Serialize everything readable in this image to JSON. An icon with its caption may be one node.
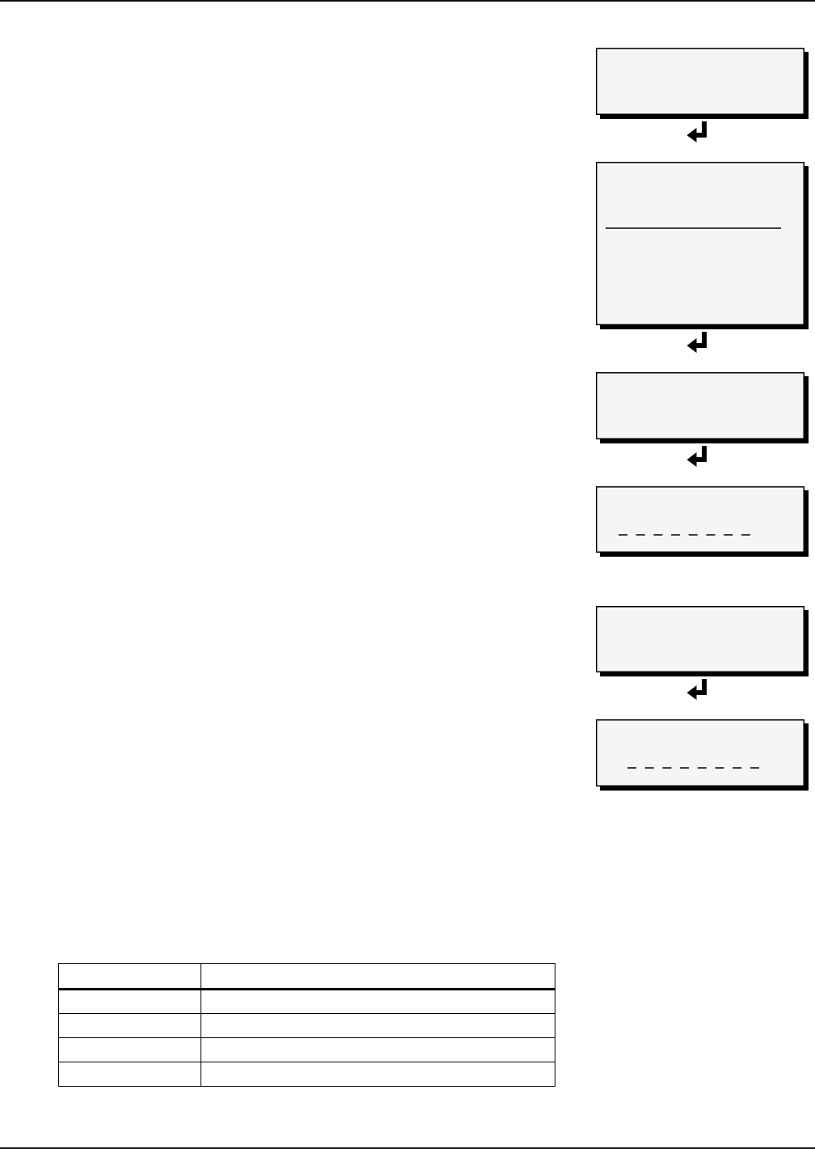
{
  "diagram": {
    "nodes": [
      {
        "text": [],
        "shape": "box"
      },
      {
        "text": [],
        "shape": "box"
      },
      {
        "text": [],
        "shape": "box"
      },
      {
        "text": [],
        "shape": "box"
      },
      {
        "text": [],
        "shape": "box"
      },
      {
        "text": [],
        "shape": "box"
      }
    ],
    "edges": [
      {
        "from": 0,
        "to": 1,
        "arrow": "to"
      },
      {
        "from": 1,
        "to": 2,
        "arrow": "to"
      },
      {
        "from": 2,
        "to": 3,
        "arrow": "to"
      },
      {
        "from": 4,
        "to": 5,
        "arrow": "to"
      }
    ]
  }
}
